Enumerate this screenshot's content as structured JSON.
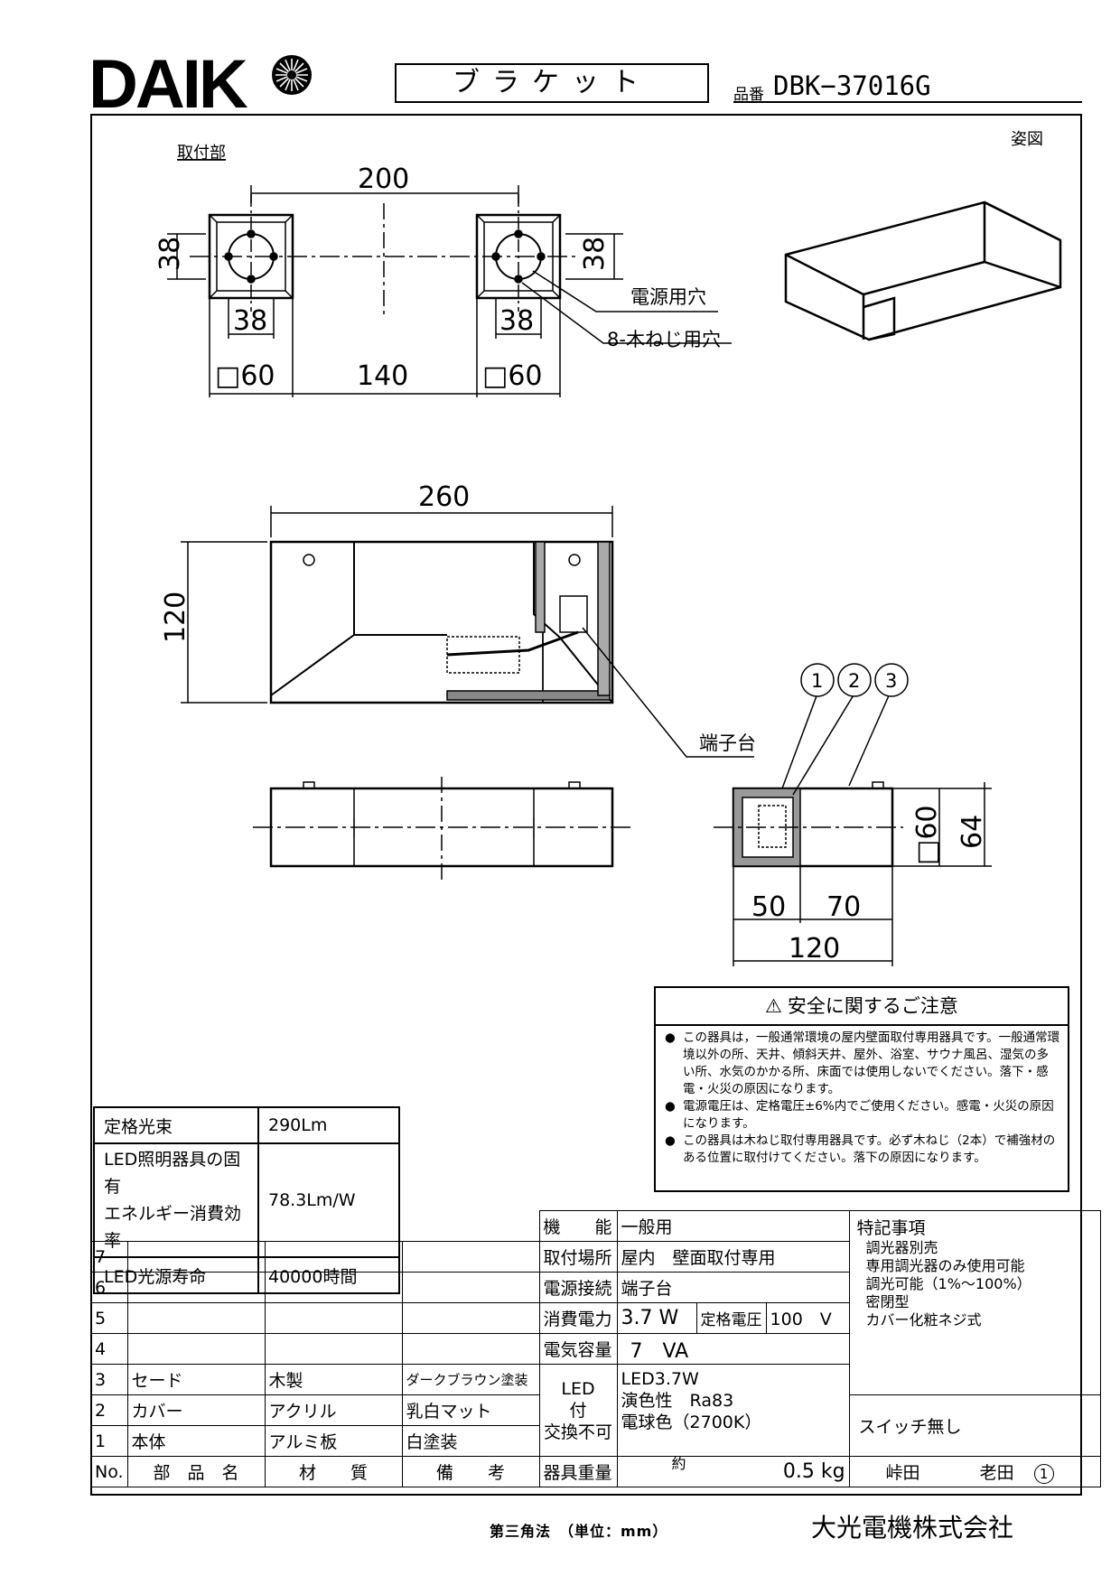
{
  "header": {
    "brand": "DAIK",
    "product_type": "ブラケット",
    "model_label": "品番",
    "model_number": "DBK−37016G"
  },
  "drawing": {
    "view_label": "姿図",
    "mount_label": "取付部",
    "dims": {
      "mount_span": "200",
      "hole_h_left": "38",
      "hole_h_right": "38",
      "hole_w_left": "38",
      "hole_w_right": "38",
      "box_left": "□60",
      "box_right": "□60",
      "box_gap": "140",
      "body_width": "260",
      "body_height": "120",
      "side_w1": "50",
      "side_w2": "70",
      "side_total": "120",
      "side_box": "□60",
      "side_h": "64"
    },
    "callouts": {
      "power_hole": "電源用穴",
      "screw_hole": "8-木ねじ用穴",
      "terminal": "端子台",
      "n1": "1",
      "n2": "2",
      "n3": "3"
    }
  },
  "safety": {
    "title": "安全に関するご注意",
    "items": [
      "この器具は，一般通常環境の屋内壁面取付専用器具です。一般通常環境以外の所、天井、傾斜天井、屋外、浴室、サウナ風呂、湿気の多い所、水気のかかる所、床面では使用しないでください。落下・感電・火災の原因になります。",
      "電源電圧は、定格電圧±6%内でご使用ください。感電・火災の原因になります。",
      "この器具は木ねじ取付専用器具です。必ず木ねじ（2本）で補強材のある位置に取付けてください。落下の原因になります。"
    ]
  },
  "specs": [
    {
      "label": "定格光束",
      "value": "290Lm"
    },
    {
      "label": "LED照明器具の固有エネルギー消費効率",
      "label_l1": "LED照明器具の固有",
      "label_l2": "エネルギー消費効率",
      "value": "78.3Lm/W"
    },
    {
      "label": "LED光源寿命",
      "value": "40000時間"
    }
  ],
  "parts": {
    "headers": {
      "no": "No.",
      "name": "部　品　名",
      "material": "材　　質",
      "note": "備　　考"
    },
    "rows": [
      {
        "no": "7",
        "name": "",
        "material": "",
        "note": ""
      },
      {
        "no": "6",
        "name": "",
        "material": "",
        "note": ""
      },
      {
        "no": "5",
        "name": "",
        "material": "",
        "note": ""
      },
      {
        "no": "4",
        "name": "",
        "material": "",
        "note": ""
      },
      {
        "no": "3",
        "name": "セード",
        "material": "木製",
        "note": "ダークブラウン塗装"
      },
      {
        "no": "2",
        "name": "カバー",
        "material": "アクリル",
        "note": "乳白マット"
      },
      {
        "no": "1",
        "name": "本体",
        "material": "アルミ板",
        "note": "白塗装"
      }
    ]
  },
  "features": {
    "function_label": "機　　能",
    "function": "一般用",
    "mount_label": "取付場所",
    "mount": "屋内　壁面取付専用",
    "power_label": "電源接続",
    "power": "端子台",
    "consumption_label": "消費電力",
    "consumption": "3.7 W",
    "voltage_label": "定格電圧",
    "voltage": "100　V",
    "capacity_label": "電気容量",
    "capacity": "7　VA",
    "led_label_1": "LED",
    "led_label_2": "付",
    "led_label_3": "交換不可",
    "led_1": "LED3.7W",
    "led_2": "演色性　Ra83",
    "led_3": "電球色（2700K）",
    "weight_label": "器具重量",
    "weight_prefix": "約",
    "weight": "0.5 kg",
    "sign_1": "峠田",
    "sign_2": "老田",
    "revision": "1"
  },
  "remarks": {
    "title": "特記事項",
    "lines": [
      "調光器別売",
      "専用調光器のみ使用可能",
      "調光可能（1%〜100%）",
      "密閉型",
      "カバー化粧ネジ式"
    ],
    "switch": "スイッチ無し"
  },
  "footer": {
    "projection": "第三角法　（単位：mm）",
    "company": "大光電機株式会社"
  }
}
